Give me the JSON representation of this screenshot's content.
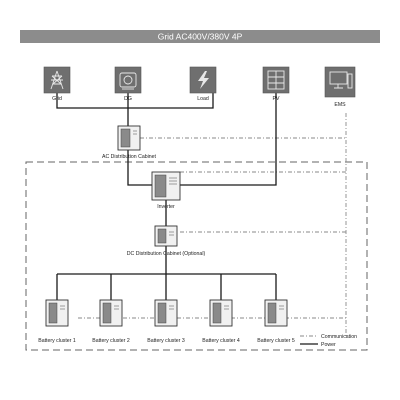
{
  "title": "Grid AC400V/380V 4P",
  "nodes": {
    "grid": "Grid",
    "dg": "DG",
    "load": "Load",
    "pv": "PV",
    "ems": "EMS",
    "ac_cabinet": "AC Distribution Cabinet",
    "inverter": "Inverter",
    "dc_cabinet": "DC Distribution Cabinet  (Optional)"
  },
  "clusters": [
    "Battery cluster 1",
    "Battery cluster 2",
    "Battery cluster 3",
    "Battery cluster 4",
    "Battery cluster 5"
  ],
  "legend": {
    "communication": "Communication",
    "power": "Power"
  }
}
